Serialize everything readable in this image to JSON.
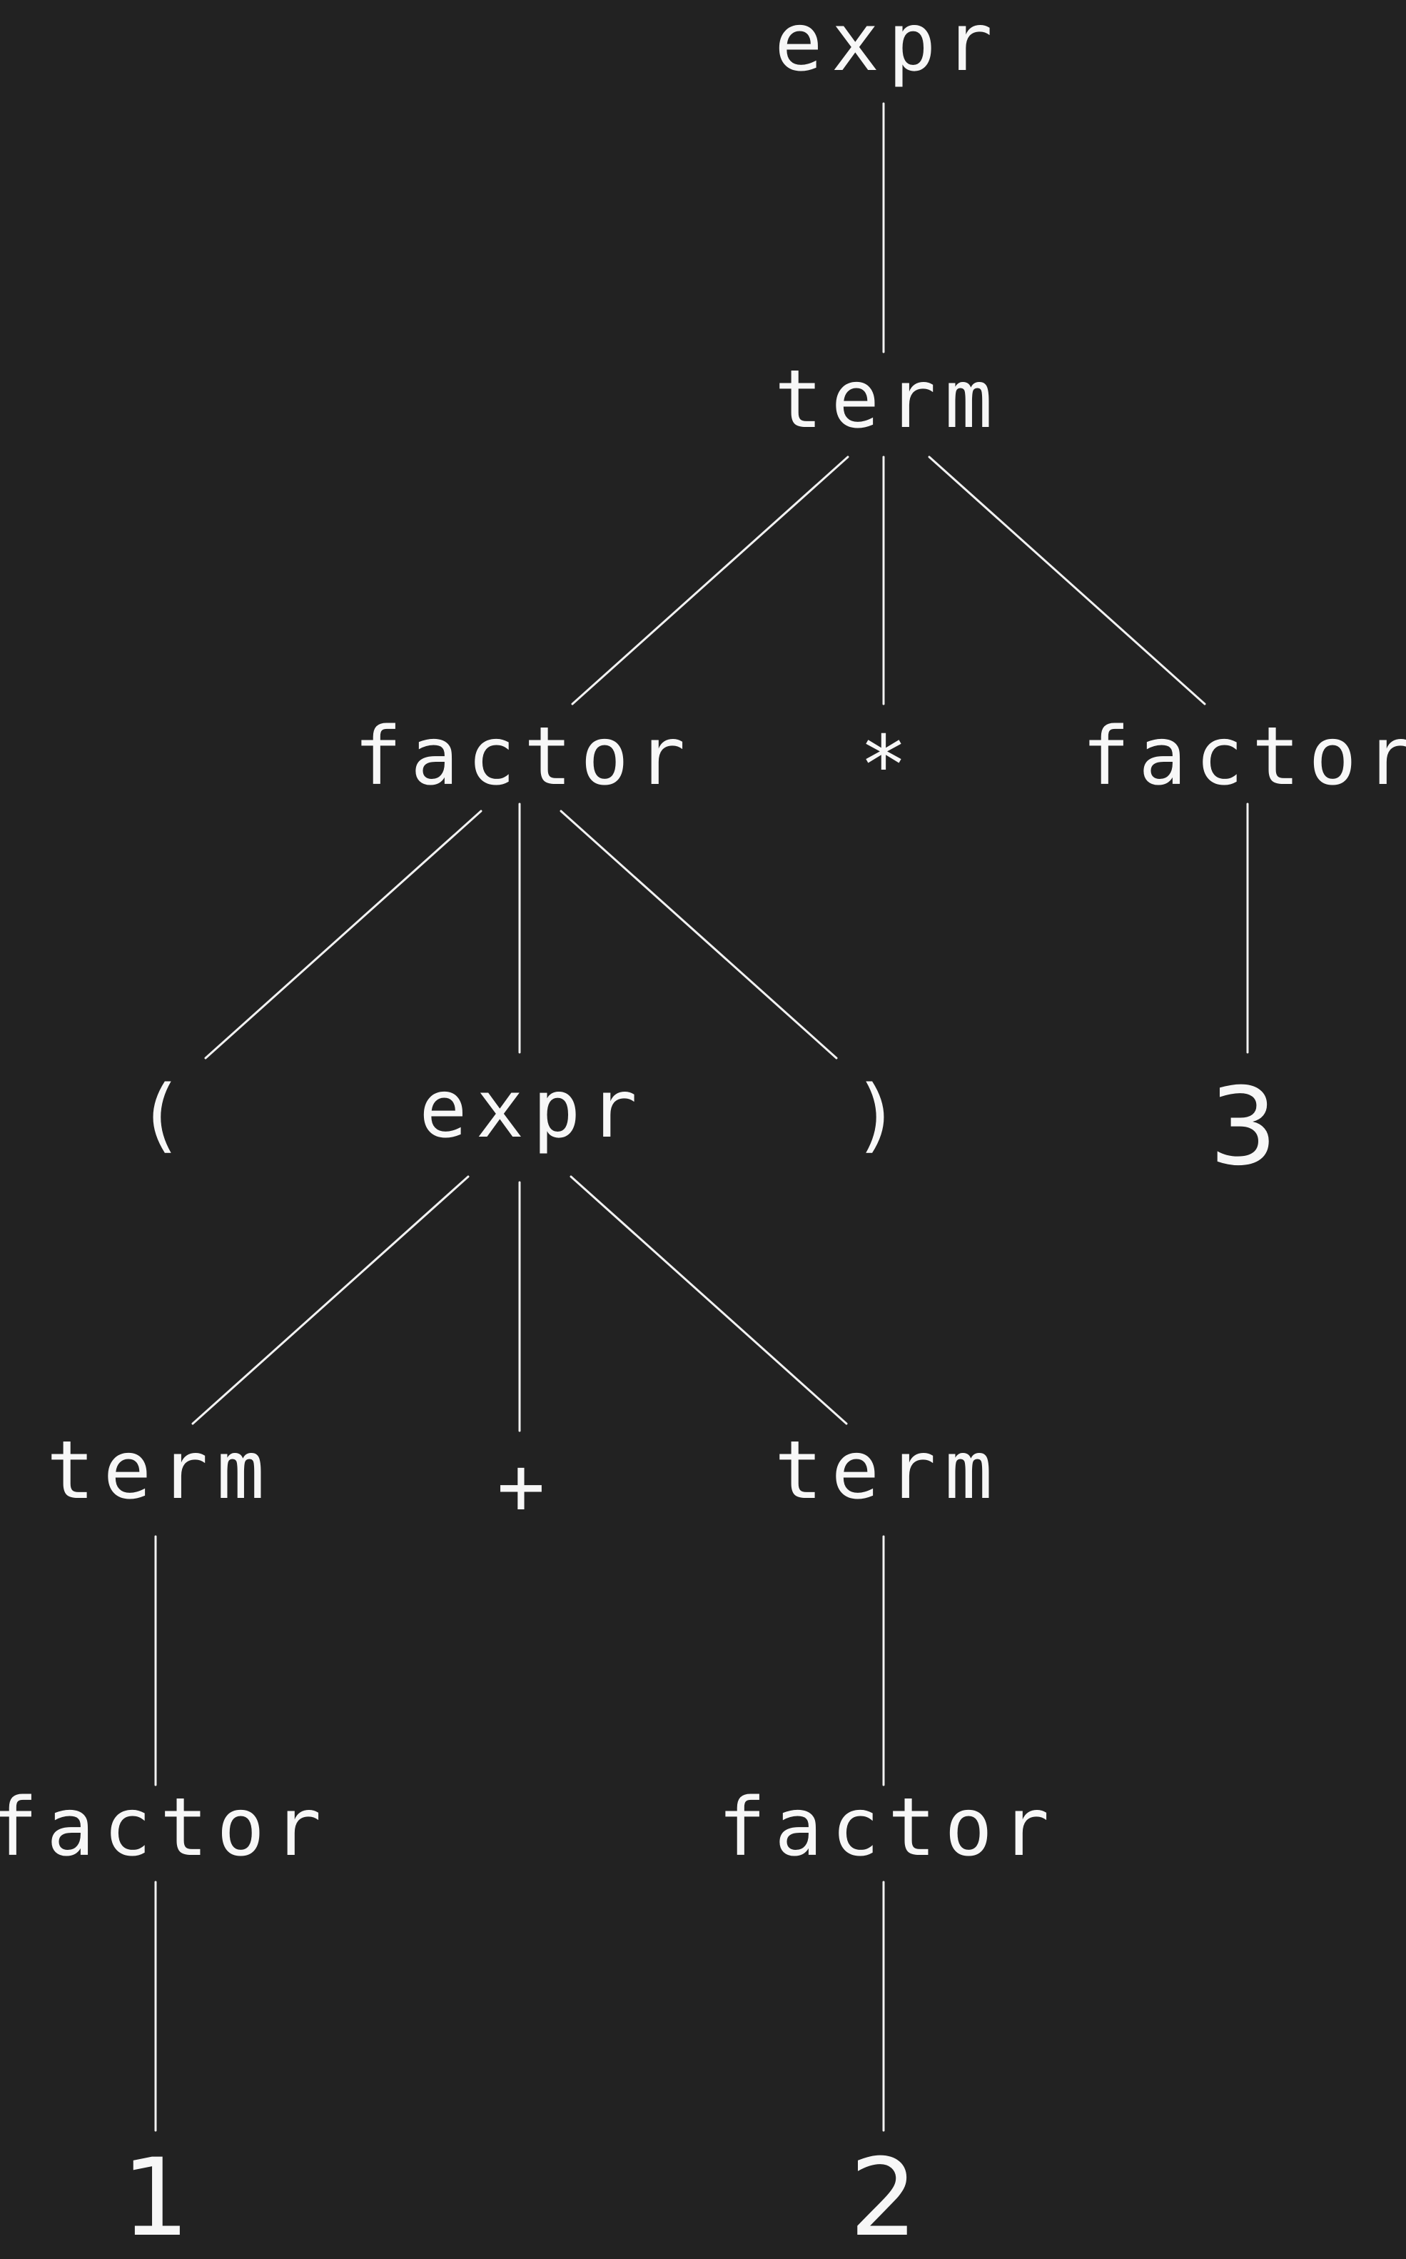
{
  "diagram": {
    "type": "parse-tree",
    "nodes": [
      {
        "id": "n1",
        "label": "expr"
      },
      {
        "id": "n2",
        "label": "term"
      },
      {
        "id": "n3",
        "label": "factor"
      },
      {
        "id": "n4",
        "label": "*"
      },
      {
        "id": "n5",
        "label": "factor"
      },
      {
        "id": "n6",
        "label": "("
      },
      {
        "id": "n7",
        "label": "expr"
      },
      {
        "id": "n8",
        "label": ")"
      },
      {
        "id": "n9",
        "label": "3"
      },
      {
        "id": "n10",
        "label": "term"
      },
      {
        "id": "n11",
        "label": "+"
      },
      {
        "id": "n12",
        "label": "term"
      },
      {
        "id": "n13",
        "label": "factor"
      },
      {
        "id": "n14",
        "label": "factor"
      },
      {
        "id": "n15",
        "label": "1"
      },
      {
        "id": "n16",
        "label": "2"
      }
    ],
    "edges": [
      [
        "n1",
        "n2"
      ],
      [
        "n2",
        "n3"
      ],
      [
        "n2",
        "n4"
      ],
      [
        "n2",
        "n5"
      ],
      [
        "n3",
        "n6"
      ],
      [
        "n3",
        "n7"
      ],
      [
        "n3",
        "n8"
      ],
      [
        "n5",
        "n9"
      ],
      [
        "n7",
        "n10"
      ],
      [
        "n7",
        "n11"
      ],
      [
        "n7",
        "n12"
      ],
      [
        "n10",
        "n13"
      ],
      [
        "n12",
        "n14"
      ],
      [
        "n13",
        "n15"
      ],
      [
        "n14",
        "n16"
      ]
    ],
    "colors": {
      "background": "#222222",
      "foreground": "#f2f2f2"
    }
  }
}
